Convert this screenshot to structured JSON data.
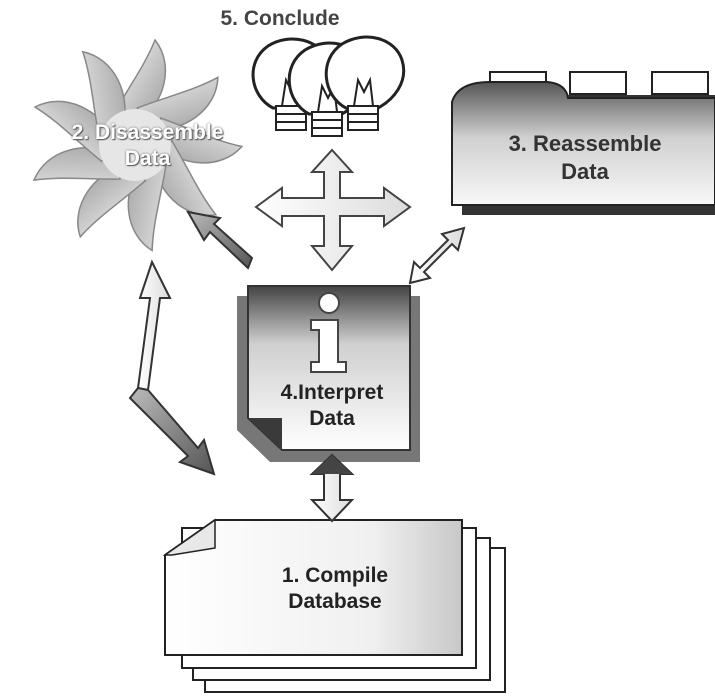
{
  "steps": {
    "conclude": {
      "label": "5. Conclude"
    },
    "disassemble": {
      "line1": "2. Disassemble",
      "line2": "Data"
    },
    "reassemble": {
      "line1": "3. Reassemble",
      "line2": "Data"
    },
    "interpret": {
      "line1": "4.Interpret",
      "line2": "Data"
    },
    "compile": {
      "line1": "1. Compile",
      "line2": "Database"
    }
  },
  "icons": {
    "conclude": "lightbulbs-icon",
    "disassemble": "starburst-icon",
    "reassemble": "file-folder-icon",
    "interpret": "information-icon",
    "compile": "document-stack-icon"
  },
  "colors": {
    "ink": "#333333",
    "shadow": "#555555",
    "paper": "#ffffff"
  }
}
